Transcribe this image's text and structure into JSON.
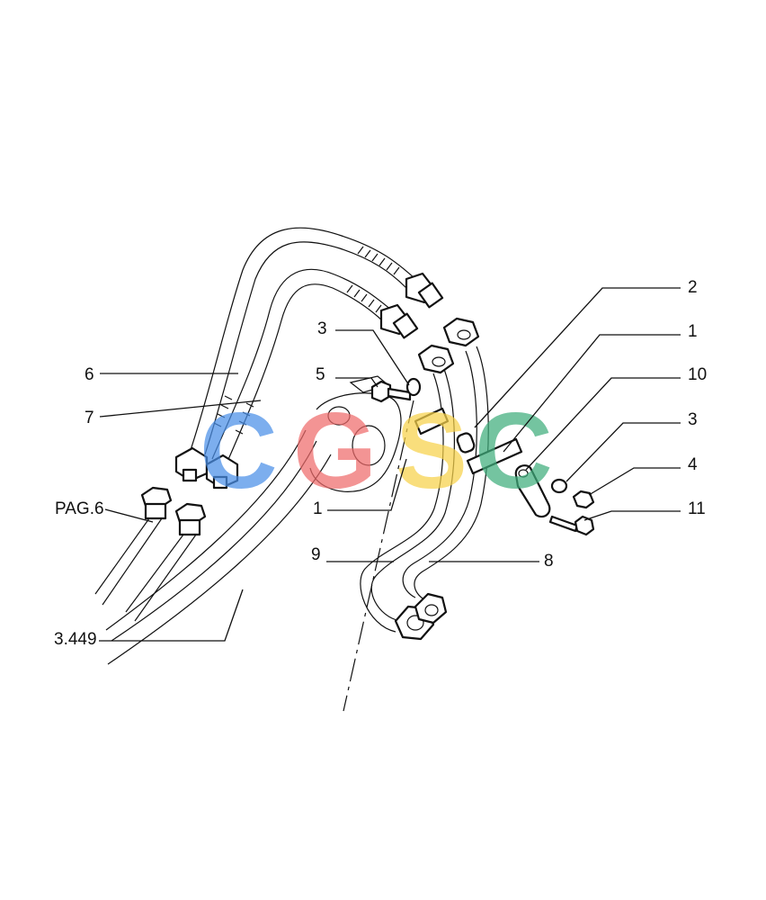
{
  "watermark": {
    "letters": [
      "C",
      "G",
      "S",
      "C"
    ],
    "colors": [
      "#4a8fe8",
      "#ef6b6b",
      "#f7d24a",
      "#3fae7c"
    ]
  },
  "callouts": {
    "c6": "6",
    "c7": "7",
    "pag6": "PAG.6",
    "c3449": "3.449",
    "c3a": "3",
    "c5": "5",
    "c1a": "1",
    "c2": "2",
    "c1b": "1",
    "c10": "10",
    "c3b": "3",
    "c4": "4",
    "c11": "11",
    "c9": "9",
    "c8": "8"
  }
}
